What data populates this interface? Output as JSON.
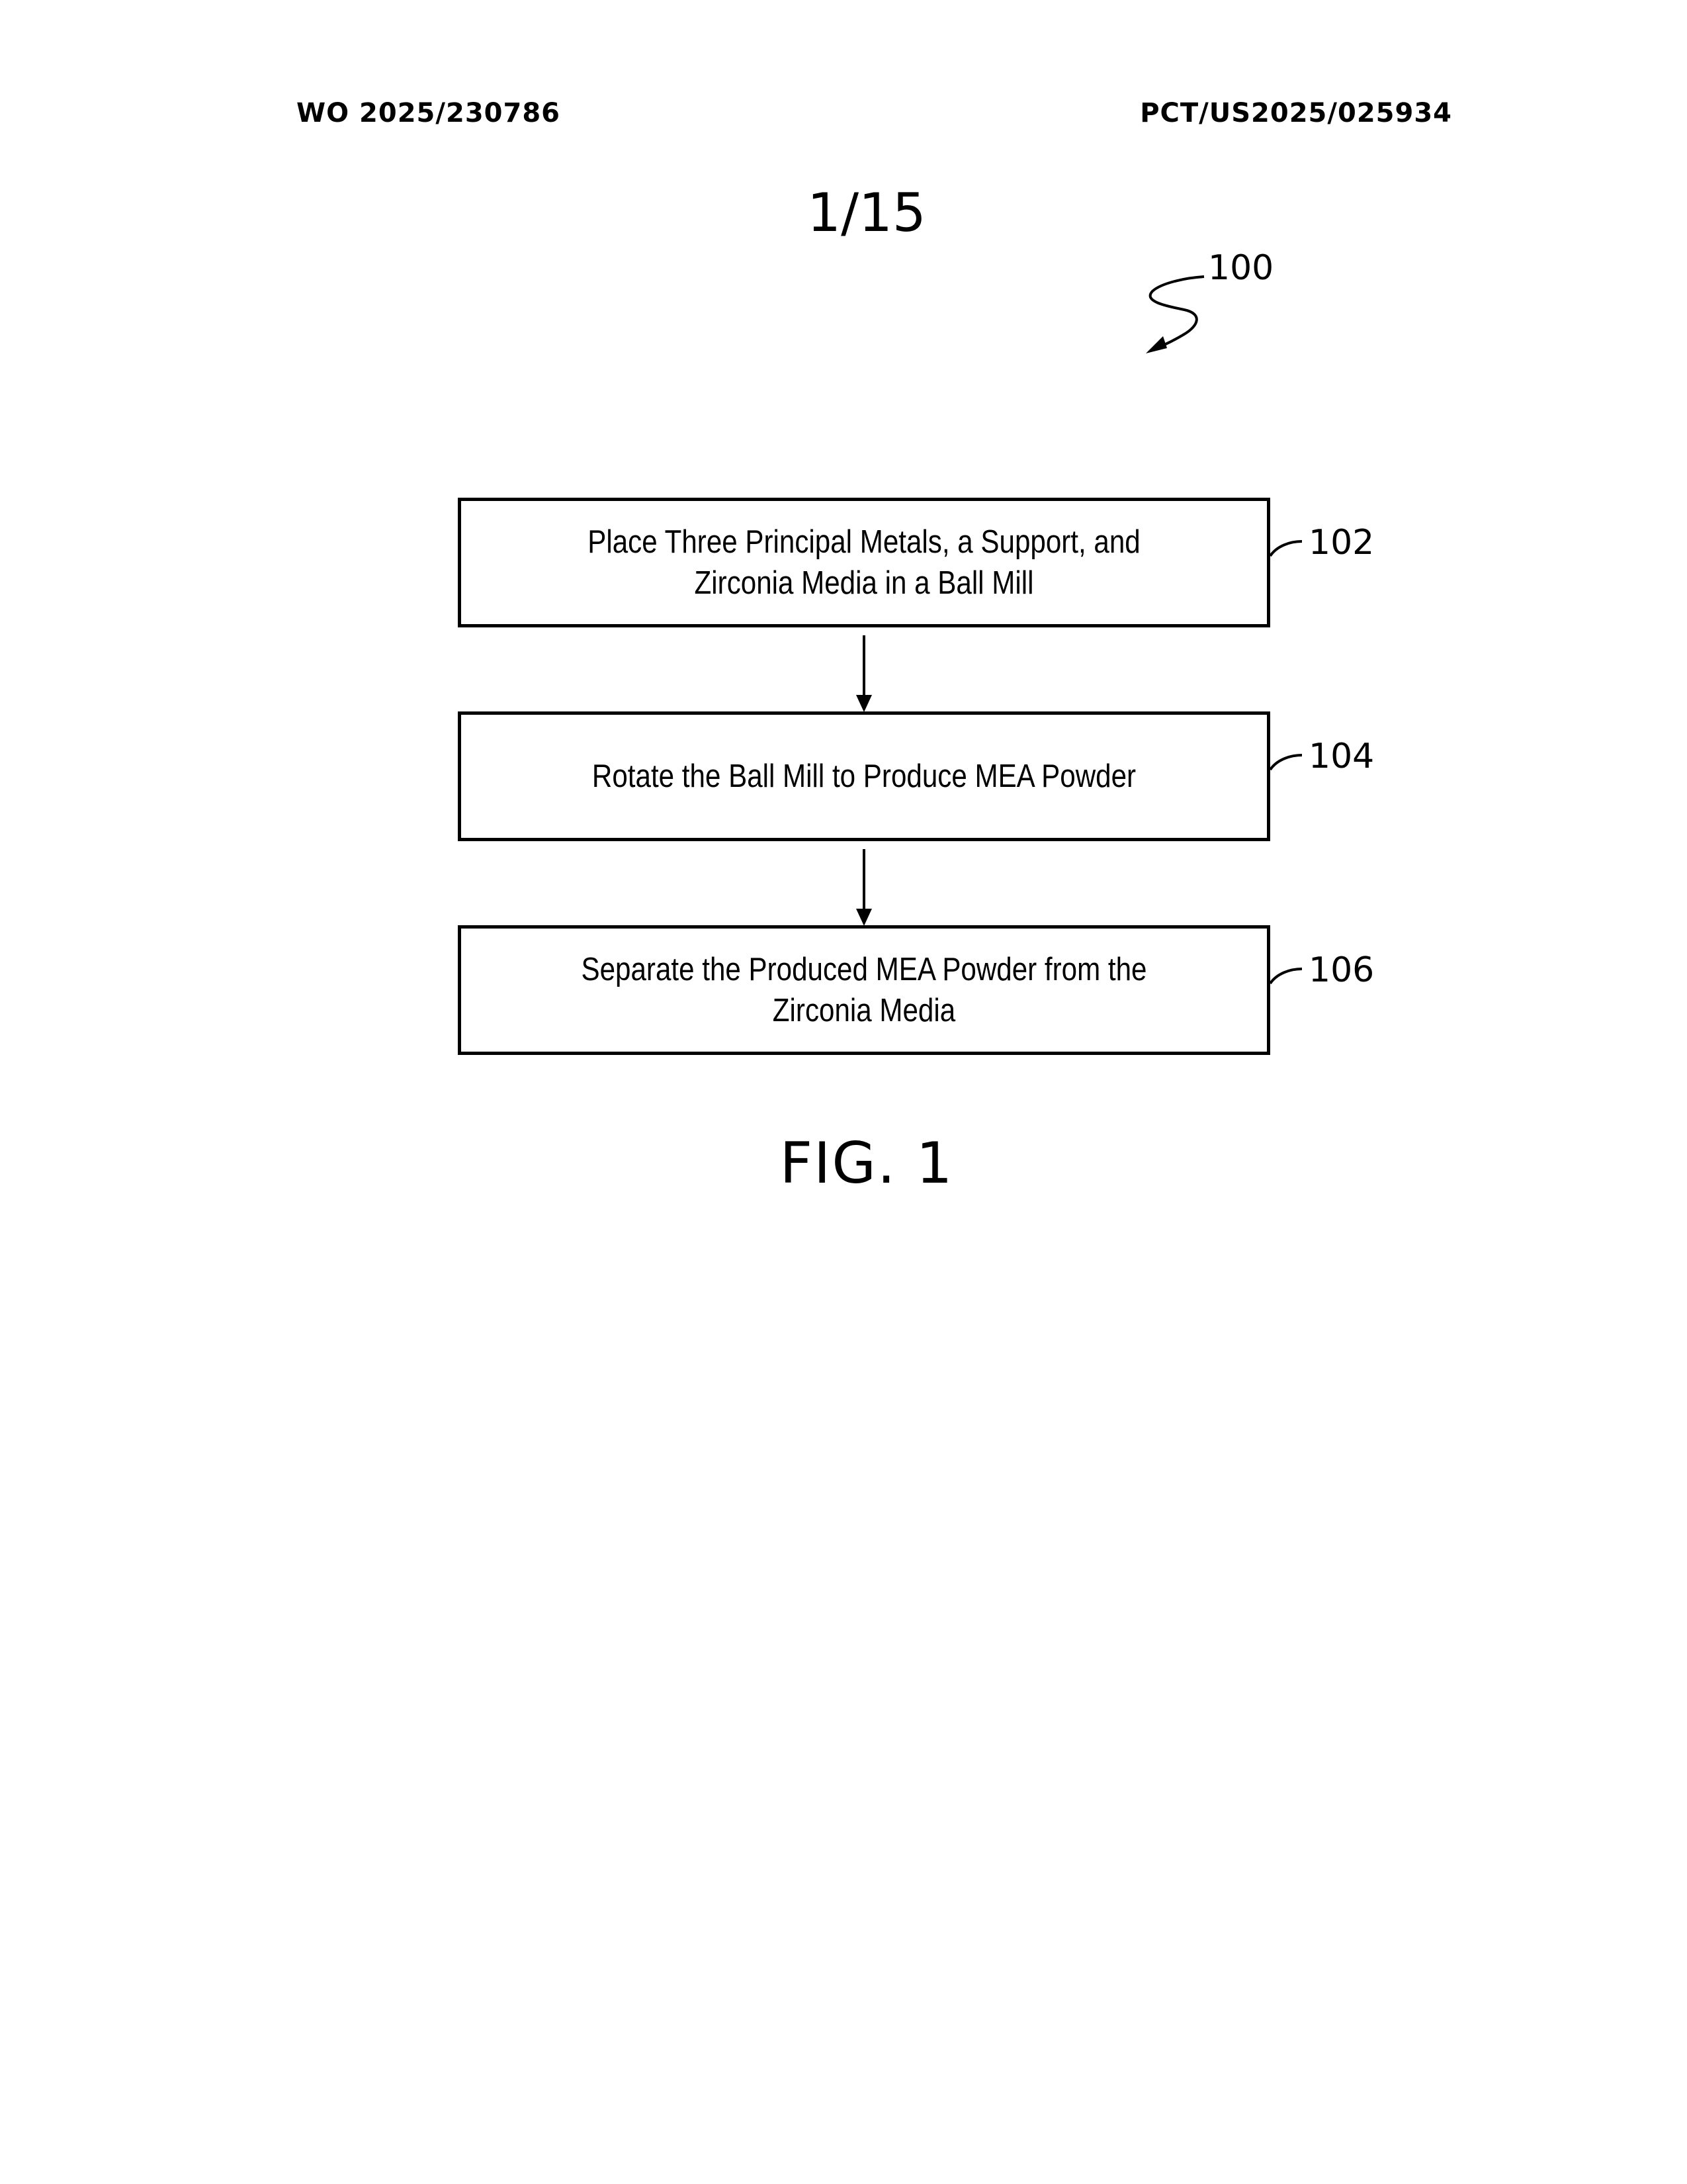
{
  "header": {
    "publication_number": "WO 2025/230786",
    "application_number": "PCT/US2025/025934"
  },
  "sheet": "1/15",
  "figure_ref": "100",
  "steps": [
    {
      "ref": "102",
      "text": "Place Three Principal Metals, a Support, and\nZirconia Media in a Ball Mill"
    },
    {
      "ref": "104",
      "text": "Rotate the Ball Mill to Produce MEA Powder"
    },
    {
      "ref": "106",
      "text": "Separate the Produced MEA Powder from the\nZirconia Media"
    }
  ],
  "figure_label": "FIG. 1"
}
